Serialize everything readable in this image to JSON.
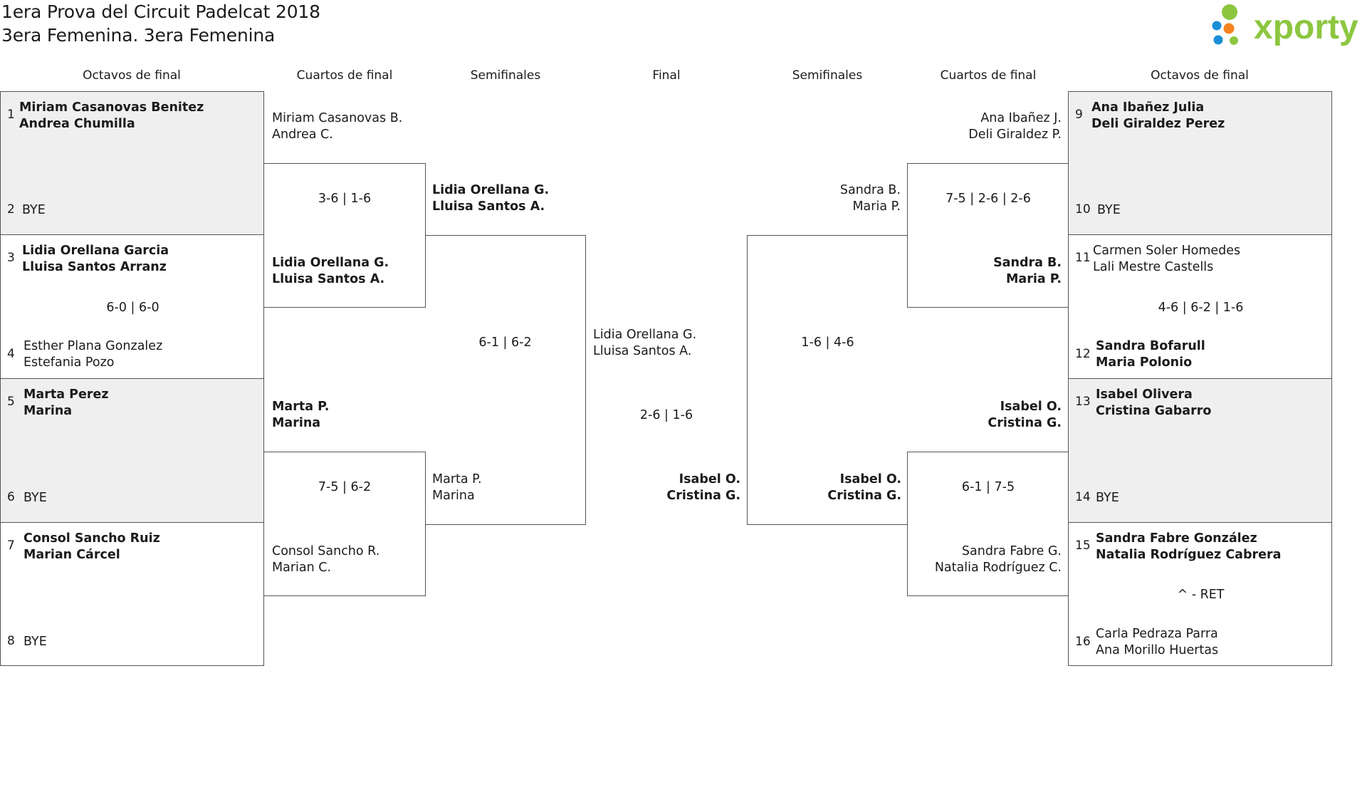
{
  "title_line1": "1era Prova del Circuit Padelcat 2018",
  "title_line2": "3era Femenina. 3era Femenina",
  "logo": {
    "text": "xporty",
    "dot_colors": [
      "#8cc63f",
      "#1a8fd6",
      "#f58220",
      "#8cc63f"
    ],
    "text_color": "#8cc63f"
  },
  "headers": {
    "left_octavos": "Octavos de final",
    "left_cuartos": "Cuartos de final",
    "left_semis": "Semifinales",
    "final": "Final",
    "right_semis": "Semifinales",
    "right_cuartos": "Cuartos de final",
    "right_octavos": "Octavos de final"
  },
  "octavos_left": [
    {
      "seed_a": "1",
      "a1": "Miriam Casanovas Benitez",
      "a2": "Andrea Chumilla",
      "seed_b": "2",
      "b1": "BYE",
      "b2": "",
      "score": ""
    },
    {
      "seed_a": "3",
      "a1": "Lidia Orellana Garcia",
      "a2": "Lluisa Santos Arranz",
      "seed_b": "4",
      "b1": "Esther Plana Gonzalez",
      "b2": "Estefania Pozo",
      "score": "6-0 | 6-0"
    },
    {
      "seed_a": "5",
      "a1": "Marta Perez",
      "a2": "Marina",
      "seed_b": "6",
      "b1": "BYE",
      "b2": "",
      "score": ""
    },
    {
      "seed_a": "7",
      "a1": "Consol Sancho Ruiz",
      "a2": "Marian Cárcel",
      "seed_b": "8",
      "b1": "BYE",
      "b2": "",
      "score": ""
    }
  ],
  "octavos_right": [
    {
      "seed_a": "9",
      "a1": "Ana Ibañez Julia",
      "a2": "Deli Giraldez Perez",
      "seed_b": "10",
      "b1": "BYE",
      "b2": "",
      "score": ""
    },
    {
      "seed_a": "11",
      "a1": "Carmen Soler Homedes",
      "a2": "Lali Mestre Castells",
      "seed_b": "12",
      "b1": "Sandra Bofarull",
      "b2": "Maria Polonio",
      "score": "4-6 | 6-2 | 1-6"
    },
    {
      "seed_a": "13",
      "a1": "Isabel Olivera",
      "a2": "Cristina Gabarro",
      "seed_b": "14",
      "b1": "BYE",
      "b2": "",
      "score": ""
    },
    {
      "seed_a": "15",
      "a1": "Sandra Fabre González",
      "a2": "Natalia Rodríguez Cabrera",
      "seed_b": "16",
      "b1": "Carla Pedraza Parra",
      "b2": "Ana Morillo Huertas",
      "score": "^ - RET"
    }
  ],
  "cuartos_left": [
    {
      "a1": "Miriam Casanovas B.",
      "a2": "Andrea C.",
      "b1": "Lidia Orellana G.",
      "b2": "Lluisa Santos A.",
      "score": "3-6 | 1-6"
    },
    {
      "a1": "Marta P.",
      "a2": "Marina",
      "b1": "Consol Sancho R.",
      "b2": "Marian C.",
      "score": "7-5 | 6-2"
    }
  ],
  "cuartos_right": [
    {
      "a1": "Ana Ibañez J.",
      "a2": "Deli Giraldez P.",
      "b1": "Sandra B.",
      "b2": "Maria P.",
      "score": "7-5 | 2-6 | 2-6"
    },
    {
      "a1": "Isabel O.",
      "a2": "Cristina G.",
      "b1": "Sandra Fabre G.",
      "b2": "Natalia Rodríguez C.",
      "score": "6-1 | 7-5"
    }
  ],
  "semis_left": {
    "a1": "Lidia Orellana G.",
    "a2": "Lluisa Santos A.",
    "b1": "Marta P.",
    "b2": "Marina",
    "score": "6-1 | 6-2"
  },
  "semis_right": {
    "a1": "Sandra B.",
    "a2": "Maria P.",
    "b1": "Isabel O.",
    "b2": "Cristina G.",
    "score": "1-6 | 4-6"
  },
  "final": {
    "a1": "Lidia Orellana G.",
    "a2": "Lluisa Santos A.",
    "b1": "Isabel O.",
    "b2": "Cristina G.",
    "score": "2-6 | 1-6"
  }
}
